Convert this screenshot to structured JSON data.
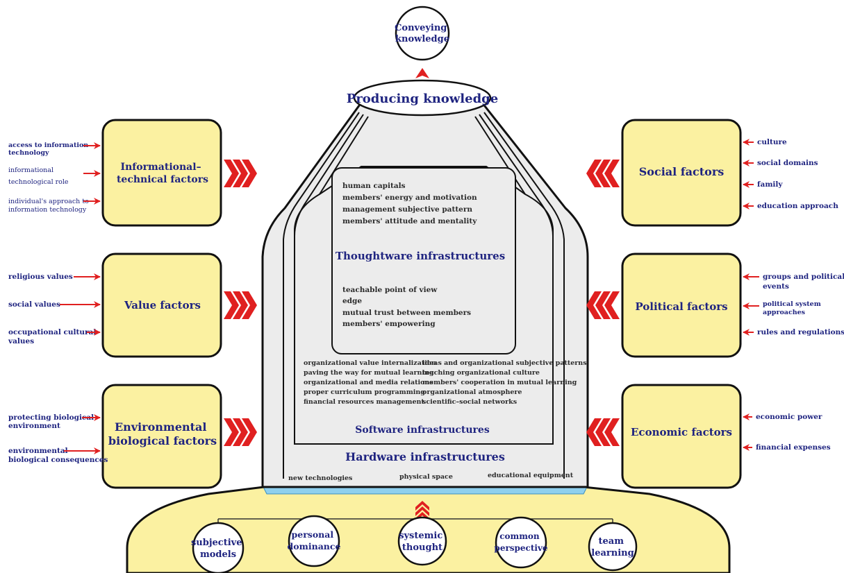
{
  "top": {
    "conveying": [
      "Conveying",
      "knowledge"
    ],
    "producing": "Producing knowledge"
  },
  "thoughtware": {
    "items_top": [
      "human capitals",
      "members' energy and motivation",
      "management subjective pattern",
      "members' attitude and mentality"
    ],
    "title": "Thoughtware infrastructures",
    "items_bottom": [
      "teachable point of view",
      "edge",
      "mutual trust between members",
      "members' empowering"
    ]
  },
  "software": {
    "left_items": [
      "organizational value internalization",
      "paving the way for mutual learning",
      "organizational and media relations",
      "proper curriculum programming",
      "financial resources management"
    ],
    "right_items": [
      "ideas and organizational subjective patterns",
      "teaching organizational culture",
      "members' cooperation in mutual learning",
      "organizational atmosphere",
      "scientific–social networks"
    ],
    "title": "Software infrastructures"
  },
  "hardware": {
    "title": "Hardware infrastructures",
    "items": [
      "new technologies",
      "physical space",
      "educational equipment"
    ]
  },
  "left_factors": [
    {
      "title": [
        "Informational–",
        "technical factors"
      ],
      "inputs": [
        [
          "access to information",
          "technology"
        ],
        [
          "informational",
          "technological role"
        ],
        [
          "individual's approach to",
          "information technology"
        ]
      ]
    },
    {
      "title": [
        "Value factors"
      ],
      "inputs": [
        [
          "religious values"
        ],
        [
          "social values"
        ],
        [
          "occupational cultural",
          "values"
        ]
      ]
    },
    {
      "title": [
        "Environmental",
        "biological factors"
      ],
      "inputs": [
        [
          "protecting biological",
          "environment"
        ],
        [
          "environmental",
          "biological consequences"
        ]
      ]
    }
  ],
  "right_factors": [
    {
      "title": [
        "Social factors"
      ],
      "inputs": [
        [
          "culture"
        ],
        [
          "social domains"
        ],
        [
          "family"
        ],
        [
          "education approach"
        ]
      ]
    },
    {
      "title": [
        "Political factors"
      ],
      "inputs": [
        [
          "groups and political",
          "events"
        ],
        [
          "political system",
          "approaches"
        ],
        [
          "rules and regulations"
        ]
      ]
    },
    {
      "title": [
        "Economic factors"
      ],
      "inputs": [
        [
          "economic power"
        ],
        [
          "financial expenses"
        ]
      ]
    }
  ],
  "disciplines": [
    [
      "subjective",
      "models"
    ],
    [
      "personal",
      "dominance"
    ],
    [
      "systemic",
      "thought"
    ],
    [
      "common",
      "perspective"
    ],
    [
      "team",
      "learning"
    ]
  ],
  "colors": {
    "box_fill": "#fbf1a1",
    "arrow": "#e02020",
    "label": "#1f2480",
    "funnel": "#ececec",
    "water": "#8fd0ee"
  }
}
